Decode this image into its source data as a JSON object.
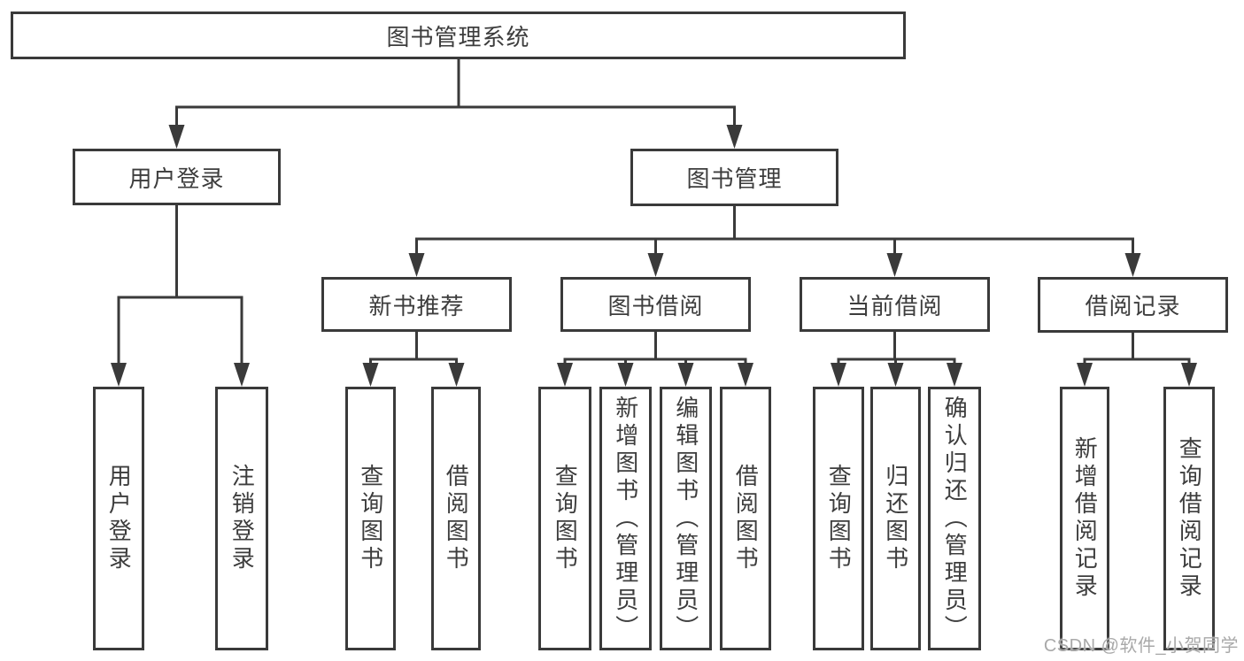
{
  "tree": {
    "root": {
      "label": "图书管理系统"
    },
    "branches": [
      {
        "label": "用户登录",
        "children": [
          {
            "label": "用户登录"
          },
          {
            "label": "注销登录"
          }
        ]
      },
      {
        "label": "图书管理",
        "children": [
          {
            "label": "新书推荐",
            "children": [
              {
                "label": "查询图书"
              },
              {
                "label": "借阅图书"
              }
            ]
          },
          {
            "label": "图书借阅",
            "children": [
              {
                "label": "查询图书"
              },
              {
                "label": "新增图书（管理员）"
              },
              {
                "label": "编辑图书（管理员）"
              },
              {
                "label": "借阅图书"
              }
            ]
          },
          {
            "label": "当前借阅",
            "children": [
              {
                "label": "查询图书"
              },
              {
                "label": "归还图书"
              },
              {
                "label": "确认归还（管理员）"
              }
            ]
          },
          {
            "label": "借阅记录",
            "children": [
              {
                "label": "新增借阅记录"
              },
              {
                "label": "查询借阅记录"
              }
            ]
          }
        ]
      }
    ]
  },
  "watermark": {
    "text": "CSDN @软件_小贺同学"
  },
  "colors": {
    "line": "#3a3a3a",
    "text": "#3d3d3d",
    "watermark": "#a9a9a9",
    "background": "#ffffff"
  }
}
